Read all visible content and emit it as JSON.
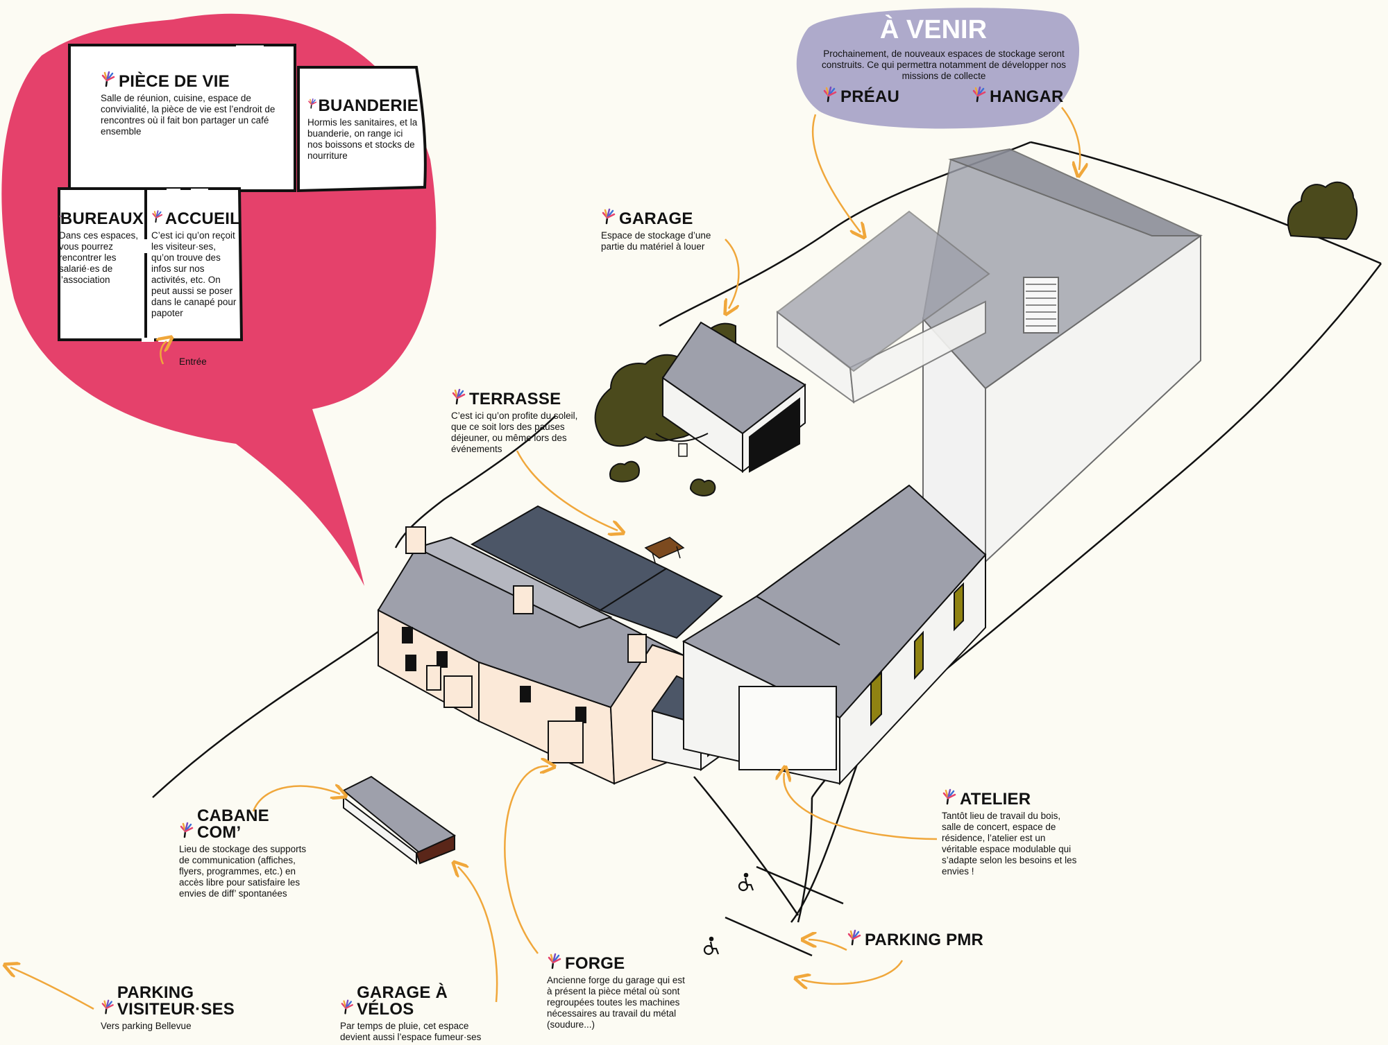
{
  "colors": {
    "background": "#fcfbf3",
    "bubble_pink": "#e5416b",
    "bubble_lavender": "#aeaacb",
    "arrow_orange": "#f0a73b",
    "roof_slate": "#9ea0ab",
    "roof_dark": "#4c5667",
    "house_wall": "#fbe9d8",
    "tree_olive": "#4b4a1c"
  },
  "floorplan": {
    "piece_de_vie": {
      "title": "PIÈCE DE VIE",
      "description": "Salle de réunion, cuisine, espace de convivialité, la pièce de vie est l’endroit de rencontres où il fait bon partager un café ensemble"
    },
    "buanderie": {
      "title": "BUANDERIE",
      "description": "Hormis les sanitaires, et la buanderie, on range ici nos boissons et stocks de nourriture"
    },
    "bureaux": {
      "title": "BUREAUX",
      "description": "Dans ces espaces, vous pourrez rencontrer les salarié·es de l’association"
    },
    "accueil": {
      "title": "ACCUEIL",
      "description": "C’est ici qu’on reçoit les visiteur·ses, qu’on trouve des infos sur nos activités, etc. On peut aussi se poser dans le canapé pour papoter"
    },
    "entree": "Entrée"
  },
  "a_venir": {
    "title": "À VENIR",
    "description": "Prochainement, de nouveaux espaces de stockage seront construits. Ce qui permettra notamment de développer nos missions de collecte",
    "preau": "PRÉAU",
    "hangar": "HANGAR"
  },
  "places": {
    "garage": {
      "title": "GARAGE",
      "description": "Espace de stockage d’une partie du matériel à louer"
    },
    "terrasse": {
      "title": "TERRASSE",
      "description": "C’est ici qu’on profite du soleil, que ce soit lors des pauses déjeuner, ou même lors des événements"
    },
    "atelier": {
      "title": "ATELIER",
      "description": "Tantôt lieu de travail du bois, salle de concert, espace de résidence, l’atelier est un véritable espace modulable qui s’adapte selon les besoins et les envies !"
    },
    "cabane_com": {
      "title": "CABANE COM’",
      "description": "Lieu de stockage des supports de communication (affiches, flyers, programmes, etc.) en accès libre pour satisfaire les envies de diff’ spontanées"
    },
    "forge": {
      "title": "FORGE",
      "description": "Ancienne forge du garage qui est à présent la pièce métal où sont regroupées toutes les machines nécessaires au travail du métal (soudure...)"
    },
    "parking_pmr": {
      "title": "PARKING PMR"
    },
    "parking_visiteurs": {
      "title": "PARKING VISITEUR·SES",
      "description": "Vers parking Bellevue"
    },
    "garage_velos": {
      "title": "GARAGE À VÉLOS",
      "description": "Par temps de pluie, cet espace devient aussi l’espace fumeur·ses"
    }
  },
  "icons": [
    "logo-burst-icon",
    "wheelchair-icon",
    "arrow-icon",
    "picnic-table-icon",
    "tree-icon"
  ]
}
